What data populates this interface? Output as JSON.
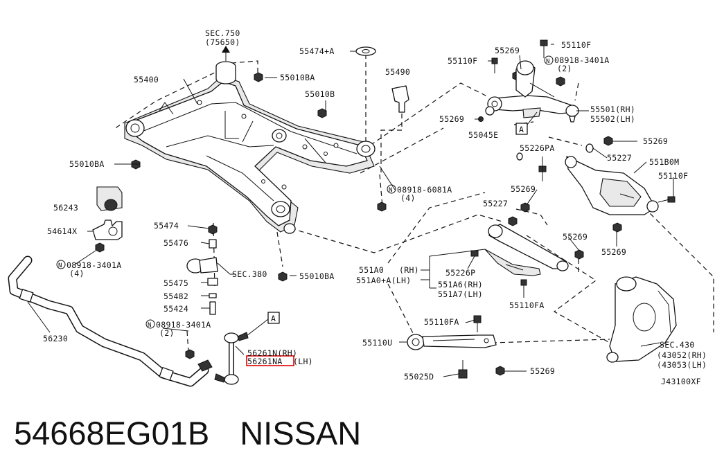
{
  "diagram": {
    "labels": {
      "sec750": "SEC.750",
      "sec750_ref": "(75650)",
      "p55474a": "55474+A",
      "p55400": "55400",
      "p55010ba_1": "55010BA",
      "p55010b": "55010B",
      "p55490": "55490",
      "p55010ba_2": "55010BA",
      "p08918_6081a": "08918-6081A",
      "p08918_6081a_qty": "(4)",
      "p56243": "56243",
      "p54614x": "54614X",
      "p08918_3401a_1": "08918-3401A",
      "p08918_3401a_1_qty": "(4)",
      "p55474": "55474",
      "p55476": "55476",
      "sec380": "SEC.380",
      "p55010ba_3": "55010BA",
      "p55475": "55475",
      "p55482": "55482",
      "p55424": "55424",
      "p08918_3401a_2": "08918-3401A",
      "p08918_3401a_2_qty": "(2)",
      "p56230": "56230",
      "p56261n": "56261N(RH)",
      "p56261na_code": "56261NA",
      "p56261na_side": "(LH)",
      "box_a_1": "A",
      "p55269_1": "55269",
      "p55110f_1": "55110F",
      "p55110f_2": "55110F",
      "p08918_3401a_3": "08918-3401A",
      "p08918_3401a_3_qty": "(2)",
      "p55269_2": "55269",
      "p55501": "55501(RH)",
      "p55502": "55502(LH)",
      "p55045e": "55045E",
      "box_a_2": "A",
      "p55269_3": "55269",
      "p55226pa": "55226PA",
      "p55227_1": "55227",
      "p551b0m": "551B0M",
      "p55269_4": "55269",
      "p55110f_3": "55110F",
      "p55227_2": "55227",
      "p55269_5": "55269",
      "p55269_6": "55269",
      "p551a0": "551A0",
      "p551a0_rh": "(RH)",
      "p551a0a": "551A0+A(LH)",
      "p55226p": "55226P",
      "p551a6": "551A6(RH)",
      "p551a7": "551A7(LH)",
      "p55110fa_1": "55110FA",
      "p55110fa_2": "55110FA",
      "p55110u": "55110U",
      "p55025d": "55025D",
      "p55269_7": "55269",
      "sec430": "SEC.430",
      "p43052": "(43052(RH)",
      "p43053": "(43053(LH)",
      "drawing_id": "J43100XF",
      "circle_n": "N"
    }
  },
  "footer": {
    "part_number": "54668EG01B",
    "brand": "NISSAN"
  }
}
